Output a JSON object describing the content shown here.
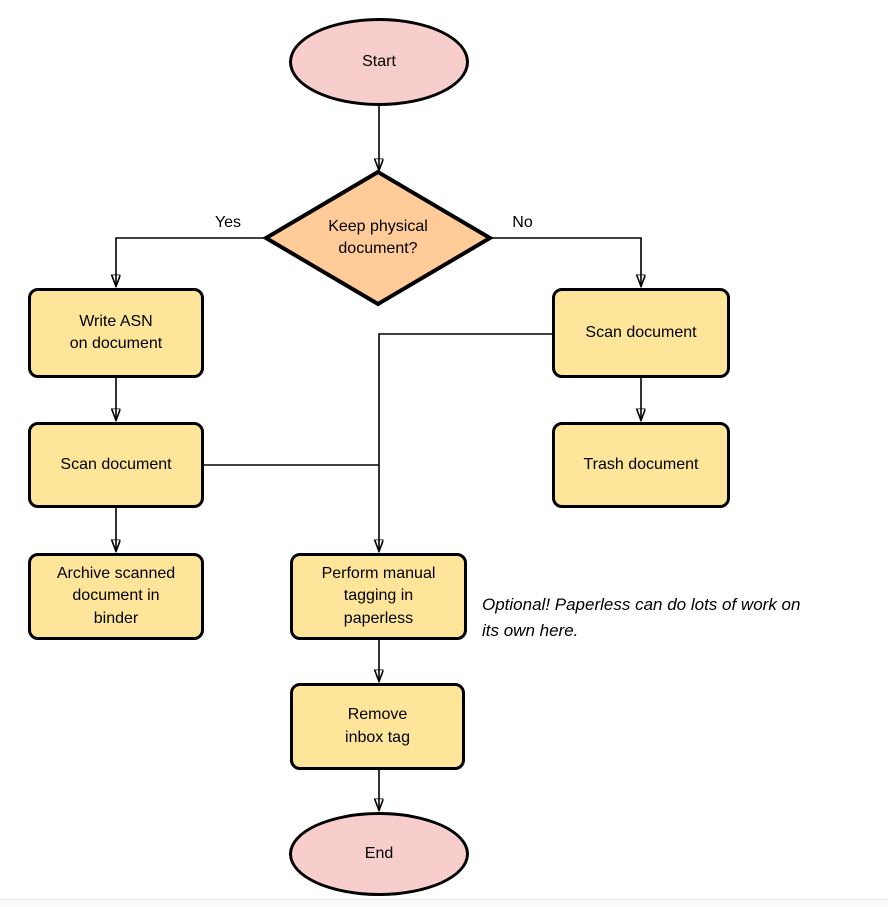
{
  "diagram": {
    "type": "flowchart",
    "nodes": {
      "start": {
        "label": "Start",
        "shape": "terminal"
      },
      "decision": {
        "label": "Keep physical\ndocument?",
        "shape": "decision"
      },
      "write_asn": {
        "label": "Write ASN\non document",
        "shape": "process"
      },
      "scan_left": {
        "label": "Scan document",
        "shape": "process"
      },
      "archive": {
        "label": "Archive scanned\ndocument in\nbinder",
        "shape": "process"
      },
      "scan_right": {
        "label": "Scan document",
        "shape": "process"
      },
      "trash": {
        "label": "Trash document",
        "shape": "process"
      },
      "perform_tagging": {
        "label": "Perform manual\ntagging in\npaperless",
        "shape": "process"
      },
      "remove_inbox_tag": {
        "label": "Remove\ninbox tag",
        "shape": "process"
      },
      "end": {
        "label": "End",
        "shape": "terminal"
      }
    },
    "branch_labels": {
      "yes": "Yes",
      "no": "No"
    },
    "annotation": "Optional! Paperless can do lots of work on\nits own here.",
    "edges": [
      "start -> decision",
      "decision -Yes-> write_asn",
      "decision -No-> scan_right",
      "write_asn -> scan_left",
      "scan_left -> archive",
      "scan_left -> perform_tagging",
      "scan_right -> trash",
      "scan_right -> perform_tagging",
      "perform_tagging -> remove_inbox_tag",
      "remove_inbox_tag -> end"
    ],
    "colors": {
      "terminal_fill": "#f8cecc",
      "process_fill": "#ffe59a",
      "decision_fill": "#ffcc99",
      "stroke": "#000000",
      "text": "#000000"
    }
  }
}
